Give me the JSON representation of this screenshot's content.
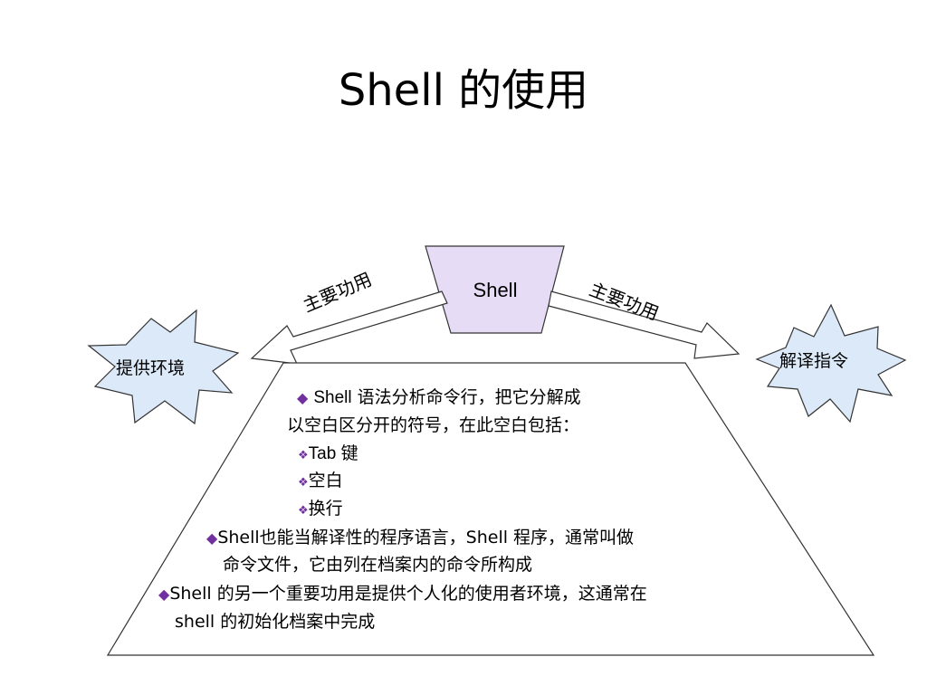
{
  "title": "Shell 的使用",
  "shell_box": "Shell",
  "arrow_left_label": "主要功用",
  "arrow_right_label": "主要功用",
  "star_left": "提供环境",
  "star_right": "解译指令",
  "bullets": {
    "b1_line1_prefix": "Shell",
    "b1_line1_rest": " 语法分析命令行，把它分解成",
    "b1_line2": "以空白区分开的符号，在此空白包括：",
    "sub1": "Tab 键",
    "sub2": "空白",
    "sub3": "换行",
    "b2_line1": "Shell也能当解译性的程序语言，Shell  程序，通常叫做",
    "b2_line2": "命令文件，它由列在档案内的命令所构成",
    "b3_line1": "Shell  的另一个重要功用是提供个人化的使用者环境，这通常在",
    "b3_line2": "shell  的初始化档案中完成"
  },
  "colors": {
    "shell_fill": "#e6dcf5",
    "star_fill": "#dce9f8",
    "bullet": "#7030a0"
  },
  "icons": {
    "bullet_main": "diamond",
    "bullet_sub": "four-diamond"
  }
}
